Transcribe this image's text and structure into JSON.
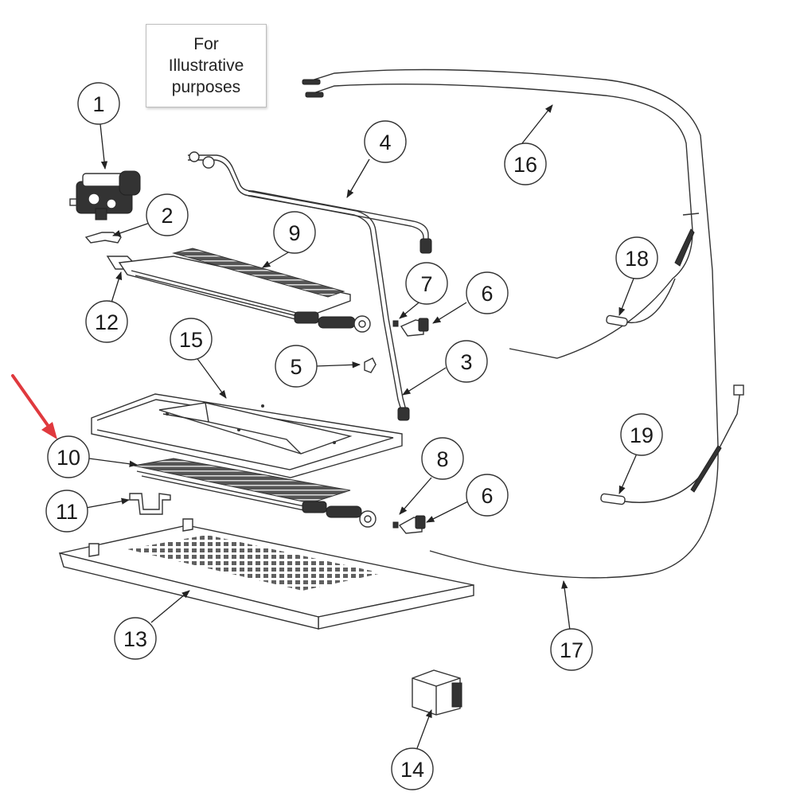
{
  "note": {
    "lines": [
      "For",
      "Illustrative",
      "purposes"
    ]
  },
  "highlight": {
    "target": "10",
    "color": "#e0393e"
  },
  "callouts": [
    {
      "label": "1"
    },
    {
      "label": "2"
    },
    {
      "label": "3"
    },
    {
      "label": "4"
    },
    {
      "label": "5"
    },
    {
      "label": "6"
    },
    {
      "label": "6"
    },
    {
      "label": "7"
    },
    {
      "label": "8"
    },
    {
      "label": "9"
    },
    {
      "label": "10"
    },
    {
      "label": "11"
    },
    {
      "label": "12"
    },
    {
      "label": "13"
    },
    {
      "label": "14"
    },
    {
      "label": "15"
    },
    {
      "label": "16"
    },
    {
      "label": "17"
    },
    {
      "label": "18"
    },
    {
      "label": "19"
    }
  ]
}
